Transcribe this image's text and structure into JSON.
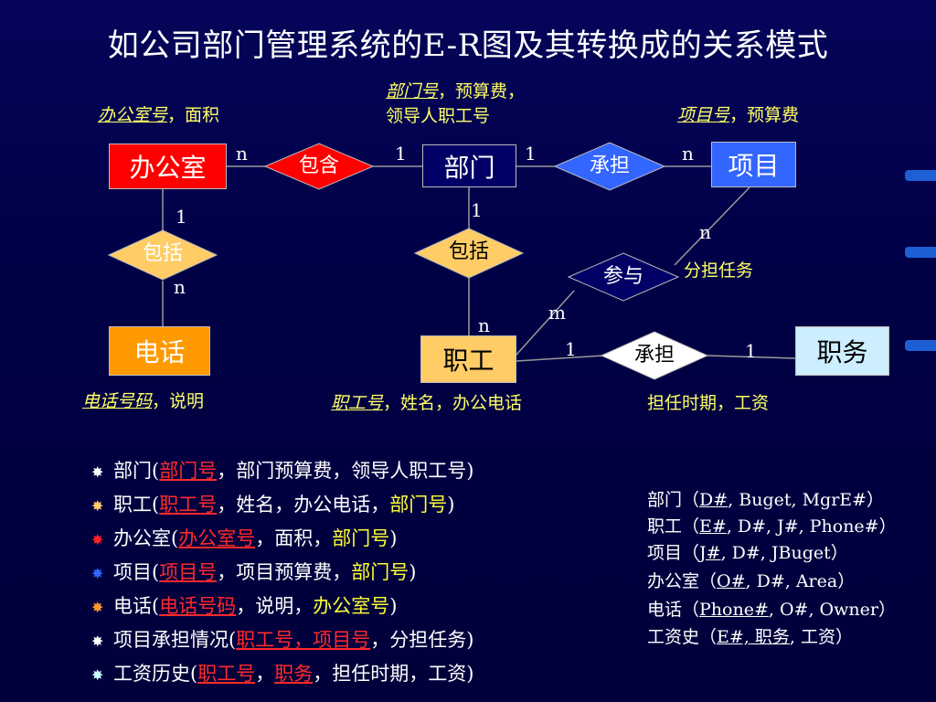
{
  "title": "如公司部门管理系统的E-R图及其转换成的关系模式",
  "entities": {
    "office": "办公室",
    "dept": "部门",
    "project": "项目",
    "phone": "电话",
    "employee": "职工",
    "position": "职务"
  },
  "relationships": {
    "contain": "包含",
    "undertake_top": "承担",
    "include_left": "包括",
    "include_mid": "包括",
    "participate": "参与",
    "undertake_bottom": "承担"
  },
  "cardinalities": {
    "office_contain": "n",
    "contain_dept": "1",
    "dept_undertake": "1",
    "undertake_project": "n",
    "office_include": "1",
    "include_phone": "n",
    "dept_include": "1",
    "include_employee": "n",
    "project_participate": "n",
    "participate_employee": "m",
    "employee_undertake": "1",
    "undertake_position": "1"
  },
  "attributes": {
    "office": {
      "key": "办公室号",
      "rest": "，面积"
    },
    "dept_line1": {
      "key": "部门号",
      "rest": "，预算费，"
    },
    "dept_line2": "领导人职工号",
    "project": {
      "key": "项目号",
      "rest": "，预算费"
    },
    "participate": "分担任务",
    "phone": {
      "key": "电话号码",
      "rest": "，说明"
    },
    "employee": {
      "key": "职工号",
      "rest": "，姓名，办公电话"
    },
    "position_rel": "担任时期，工资"
  },
  "relations_list": [
    {
      "bullet_color": "#ffffff",
      "name": "部门(",
      "key": "部门号",
      "mid": "，部门预算费，领导人职工号",
      "fk": "",
      "end": ")"
    },
    {
      "bullet_color": "#ffcc66",
      "name": "职工(",
      "key": "职工号",
      "mid": "，姓名，办公电话，",
      "fk": "部门号",
      "end": ")"
    },
    {
      "bullet_color": "#ff2222",
      "name": "办公室(",
      "key": "办公室号",
      "mid": "，面积，",
      "fk": "部门号",
      "end": ")"
    },
    {
      "bullet_color": "#3366ff",
      "name": "项目(",
      "key": "项目号",
      "mid": "，项目预算费，",
      "fk": "部门号",
      "end": ")"
    },
    {
      "bullet_color": "#ff9933",
      "name": "电话(",
      "key": "电话号码",
      "mid": "，说明，",
      "fk": "办公室号",
      "end": ")"
    },
    {
      "bullet_color": "#ffffff",
      "name": "项目承担情况(",
      "key": "职工号，项目号",
      "mid": "，分担任务",
      "fk": "",
      "end": ")"
    },
    {
      "bullet_color": "#ccffff",
      "name": "工资历史(",
      "key": "职工号",
      "mid": "，",
      "fk": "",
      "key2": "职务",
      "mid2": "，担任时期，工资",
      "end": ")"
    }
  ],
  "schemas": [
    {
      "name": "部门（",
      "key": "D#",
      "rest": ", Buget, MgrE#）"
    },
    {
      "name": "职工（",
      "key": "E#",
      "rest": ", D#, J#, Phone#）"
    },
    {
      "name": "项目（",
      "key": "J#",
      "rest": ", D#, JBuget）"
    },
    {
      "name": "办公室（",
      "key": "O#",
      "rest": ", D#, Area）"
    },
    {
      "name": "电话（",
      "key": "Phone#",
      "rest": ", O#, Owner）"
    },
    {
      "name": "工资史（",
      "key": "E#, 职务",
      "rest": ", 工资）"
    }
  ],
  "colors": {
    "office": "#ff0000",
    "dept": "#000066",
    "project": "#3366ff",
    "phone": "#ff9900",
    "employee": "#ffcc66",
    "position": "#cceeff",
    "contain_diamond": "#ff0000",
    "undertake_diamond": "#3366ff",
    "include_diamond": "#ffcc66",
    "participate_diamond": "#000066",
    "undertake2_diamond": "#ffffff"
  }
}
